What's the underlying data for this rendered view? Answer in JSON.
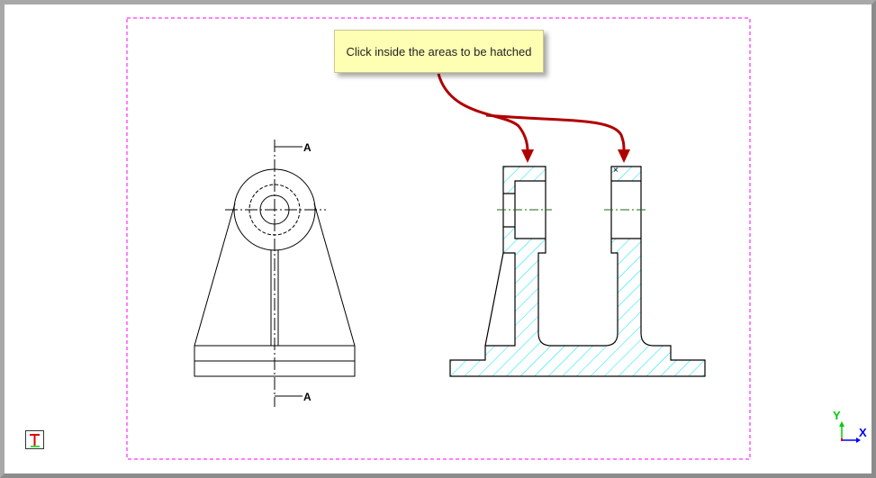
{
  "tooltip": {
    "text": "Click inside the areas to be hatched"
  },
  "section_labels": {
    "top": "A",
    "bottom": "A"
  },
  "axes": {
    "x_label": "X",
    "y_label": "Y"
  },
  "colors": {
    "hatch": "#00e5ff",
    "arrow": "#b00000",
    "border_dashed": "#ff00ff",
    "tooltip_bg": "#ffffb4"
  },
  "icons": {
    "ucs": "text-tool-icon"
  }
}
